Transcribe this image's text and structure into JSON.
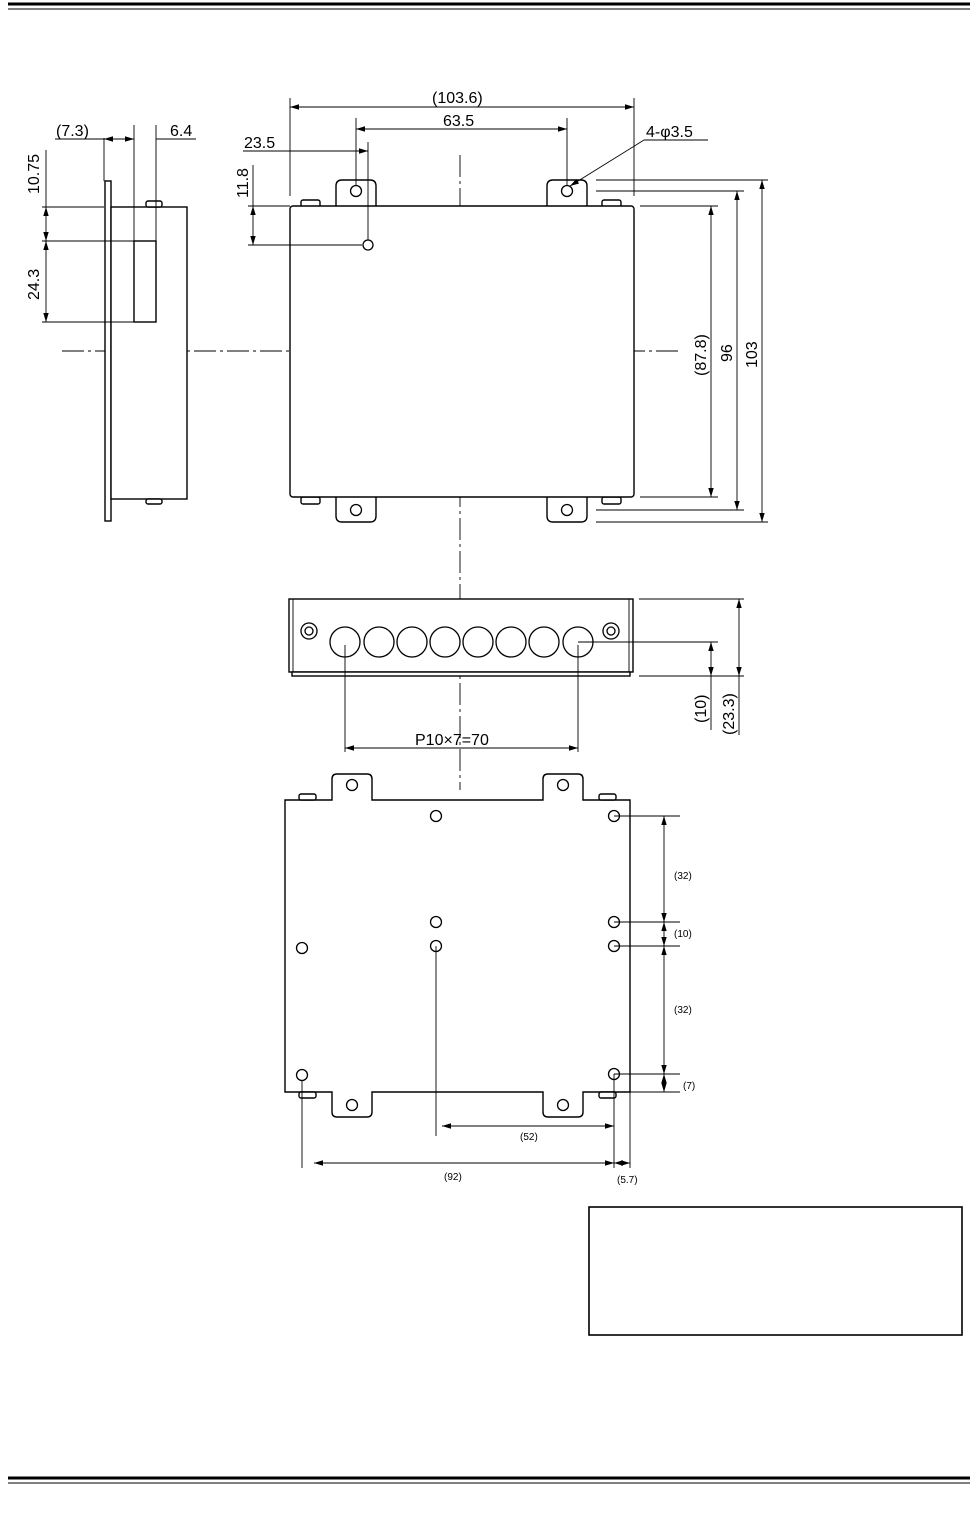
{
  "side_view": {
    "dim_7_3": "(7.3)",
    "dim_6_4": "6.4",
    "dim_10_75": "10.75",
    "dim_24_3": "24.3"
  },
  "front_view": {
    "dim_103_6": "(103.6)",
    "dim_63_5": "63.5",
    "dim_23_5": "23.5",
    "dim_11_8": "11.8",
    "dim_holes": "4-φ3.5",
    "dim_87_8": "(87.8)",
    "dim_96": "96",
    "dim_103": "103"
  },
  "connector_view": {
    "dim_pitch": "P10×7=70",
    "dim_10": "(10)",
    "dim_23_3": "(23.3)"
  },
  "bottom_view": {
    "dim_32_top": "(32)",
    "dim_10": "(10)",
    "dim_32_bottom": "(32)",
    "dim_7": "(7)",
    "dim_52": "(52)",
    "dim_92": "(92)",
    "dim_5_7": "(5.7)"
  },
  "notes_box": {
    "text": ""
  }
}
